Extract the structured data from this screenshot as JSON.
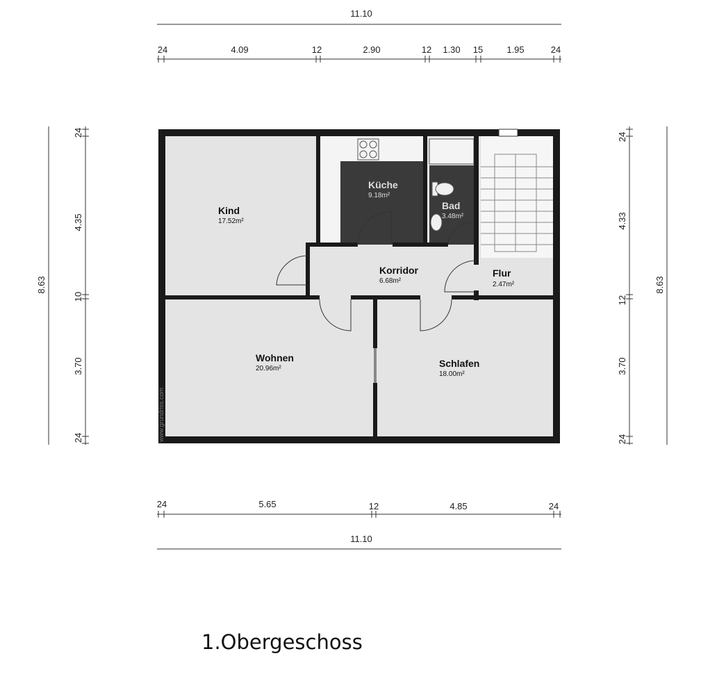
{
  "title": "1.Obergeschoss",
  "watermark": "www.grundriss.com",
  "rooms": [
    {
      "name": "Kind",
      "area": "17.52m²"
    },
    {
      "name": "Küche",
      "area": "9.18m²"
    },
    {
      "name": "Bad",
      "area": "3.48m²"
    },
    {
      "name": "Korridor",
      "area": "6.68m²"
    },
    {
      "name": "Flur",
      "area": "2.47m²"
    },
    {
      "name": "Wohnen",
      "area": "20.96m²"
    },
    {
      "name": "Schlafen",
      "area": "18.00m²"
    }
  ],
  "dimensions": {
    "top_total": "11.10",
    "top": [
      "24",
      "4.09",
      "12",
      "2.90",
      "12",
      "1.30",
      "15",
      "1.95",
      "24"
    ],
    "bottom": [
      "24",
      "5.65",
      "12",
      "4.85",
      "24"
    ],
    "bottom_total": "11.10",
    "left_total": "8.63",
    "left": [
      "24",
      "4.35",
      "10",
      "3.70",
      "24"
    ],
    "right": [
      "24",
      "4.33",
      "12",
      "3.70",
      "24"
    ],
    "right_total": "8.63"
  },
  "colors": {
    "floor": "#e6e6e6",
    "wall": "#1a1a1a",
    "kitchen": "#3a3a3a"
  }
}
